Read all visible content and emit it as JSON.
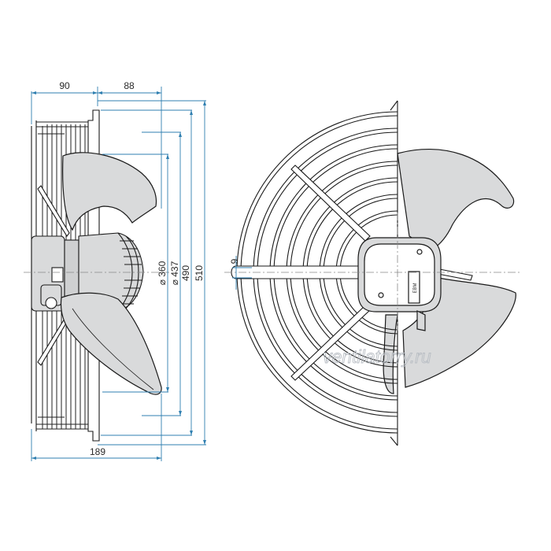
{
  "dimensions": {
    "width_outer": "90",
    "width_inner": "88",
    "depth_total": "189",
    "dia_360": "⌀ 360",
    "dia_437": "⌀ 437",
    "dia_490": "490",
    "dia_510": "510",
    "slot": "9"
  },
  "watermark": "ventilatorry.ru",
  "motor_label": "EBM",
  "colors": {
    "dimension_line": "#2f7fb0",
    "outline": "#1a1a1a",
    "fill": "#d9dadb"
  }
}
